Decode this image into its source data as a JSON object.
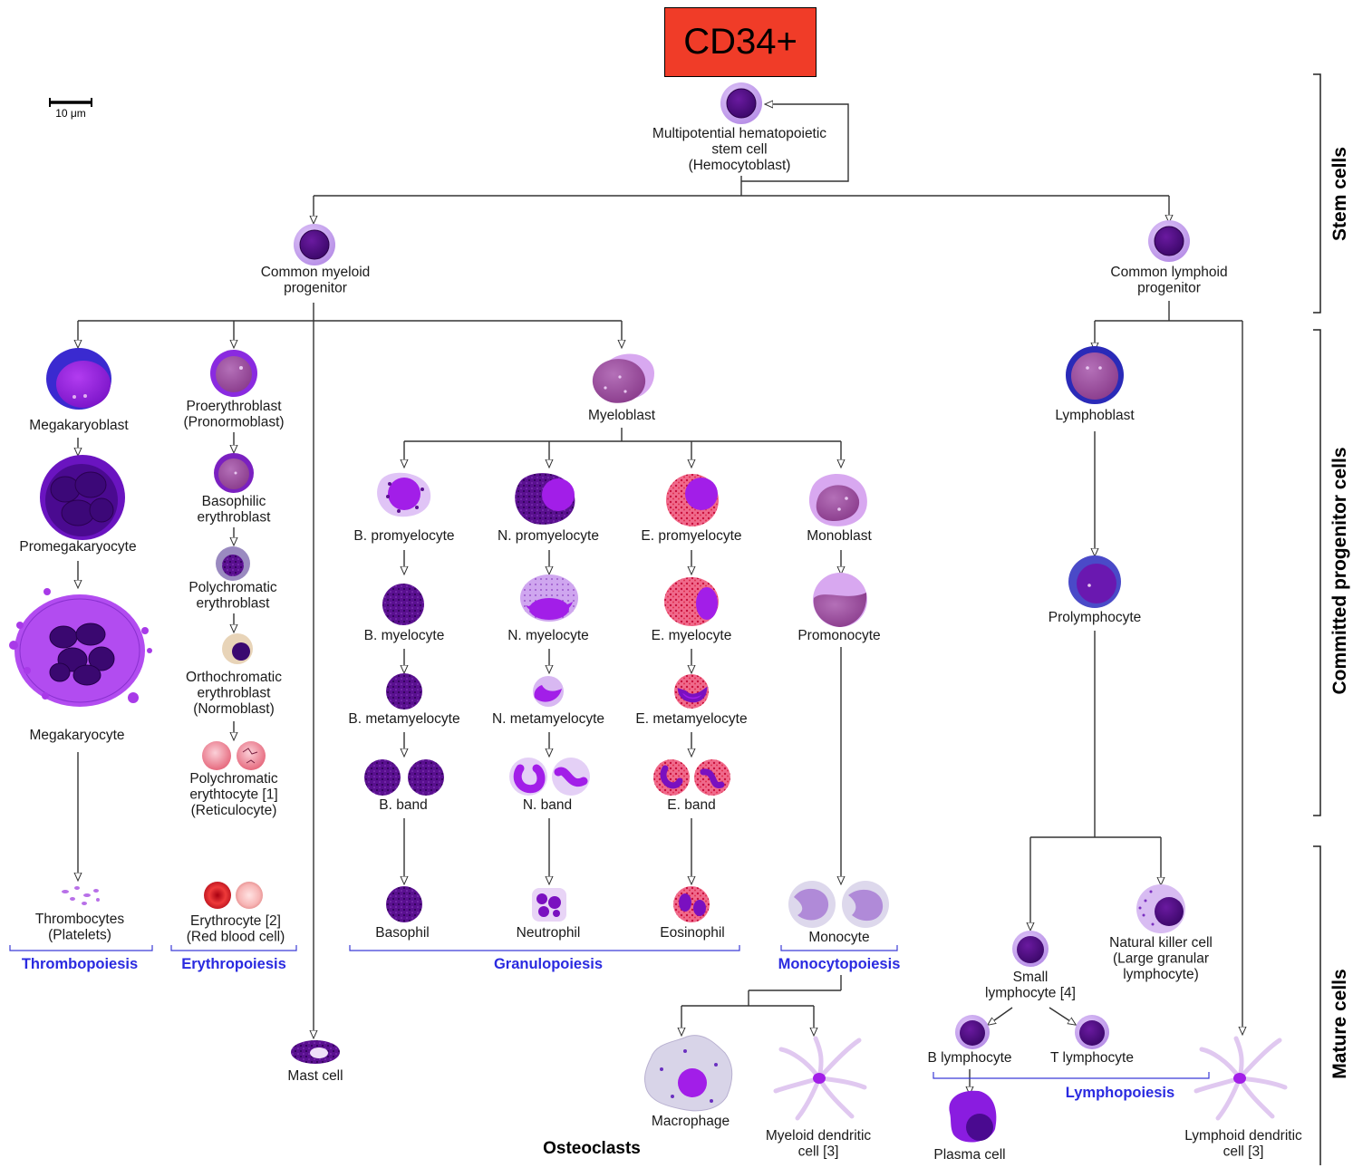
{
  "badge": {
    "text": "CD34+",
    "color": "#f03c28"
  },
  "scale_bar": {
    "label": "10 μm"
  },
  "side_labels": {
    "stem": "Stem cells",
    "committed": "Committed progenitor cells",
    "mature": "Mature cells"
  },
  "cells": {
    "hsc": [
      "Multipotential hematopoietic",
      "stem cell",
      "(Hemocytoblast)"
    ],
    "cmp": [
      "Common myeloid",
      "progenitor"
    ],
    "clp": [
      "Common lymphoid",
      "progenitor"
    ],
    "megakaryoblast": [
      "Megakaryoblast"
    ],
    "promegakaryocyte": [
      "Promegakaryocyte"
    ],
    "megakaryocyte": [
      "Megakaryocyte"
    ],
    "thrombocytes": [
      "Thrombocytes",
      "(Platelets)"
    ],
    "proerythroblast": [
      "Proerythroblast",
      "(Pronormoblast)"
    ],
    "basophilic_erythroblast": [
      "Basophilic",
      "erythroblast"
    ],
    "polychromatic_erythroblast": [
      "Polychromatic",
      "erythroblast"
    ],
    "orthochromatic": [
      "Orthochromatic",
      "erythroblast",
      "(Normoblast)"
    ],
    "reticulocyte": [
      "Polychromatic",
      "erythtocyte [1]",
      "(Reticulocyte)"
    ],
    "erythrocyte": [
      "Erythrocyte [2]",
      "(Red blood cell)"
    ],
    "mast_cell": [
      "Mast cell"
    ],
    "myeloblast": [
      "Myeloblast"
    ],
    "b_promyelocyte": [
      "B. promyelocyte"
    ],
    "n_promyelocyte": [
      "N. promyelocyte"
    ],
    "e_promyelocyte": [
      "E. promyelocyte"
    ],
    "monoblast": [
      "Monoblast"
    ],
    "b_myelocyte": [
      "B. myelocyte"
    ],
    "n_myelocyte": [
      "N. myelocyte"
    ],
    "e_myelocyte": [
      "E. myelocyte"
    ],
    "promonocyte": [
      "Promonocyte"
    ],
    "b_metamyelocyte": [
      "B. metamyelocyte"
    ],
    "n_metamyelocyte": [
      "N. metamyelocyte"
    ],
    "e_metamyelocyte": [
      "E. metamyelocyte"
    ],
    "b_band": [
      "B. band"
    ],
    "n_band": [
      "N. band"
    ],
    "e_band": [
      "E. band"
    ],
    "basophil": [
      "Basophil"
    ],
    "neutrophil": [
      "Neutrophil"
    ],
    "eosinophil": [
      "Eosinophil"
    ],
    "monocyte": [
      "Monocyte"
    ],
    "macrophage": [
      "Macrophage"
    ],
    "myeloid_dc": [
      "Myeloid dendritic",
      "cell [3]"
    ],
    "lymphoblast": [
      "Lymphoblast"
    ],
    "prolymphocyte": [
      "Prolymphocyte"
    ],
    "small_lymphocyte": [
      "Small",
      "lymphocyte [4]"
    ],
    "nk_cell": [
      "Natural killer cell",
      "(Large granular",
      "lymphocyte)"
    ],
    "b_lymphocyte": [
      "B lymphocyte"
    ],
    "t_lymphocyte": [
      "T lymphocyte"
    ],
    "plasma_cell": [
      "Plasma cell"
    ],
    "lymphoid_dc": [
      "Lymphoid dendritic",
      "cell [3]"
    ]
  },
  "groups": {
    "thrombopoiesis": "Thrombopoiesis",
    "erythropoiesis": "Erythropoiesis",
    "granulopoiesis": "Granulopoiesis",
    "monocytopoiesis": "Monocytopoiesis",
    "lymphopoiesis": "Lymphopoiesis"
  },
  "osteoclasts": "Osteoclasts",
  "colors": {
    "nucleus_dark": "#4a0a78",
    "cytoplasm_light": "#c9a6f0",
    "group_label": "#2a2ae0",
    "erythrocyte_red": "#e0202a"
  }
}
